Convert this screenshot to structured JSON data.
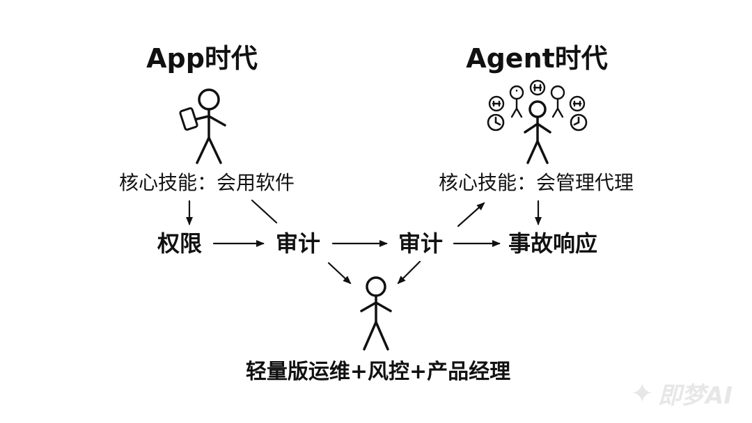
{
  "titles": {
    "left": "App时代",
    "right": "Agent时代"
  },
  "skills": {
    "left": "核心技能：会用软件",
    "right": "核心技能：会管理代理"
  },
  "nodes": {
    "permission": "权限",
    "audit_left": "审计",
    "audit_right": "审计",
    "incident": "事故响应"
  },
  "bottom_label": "轻量版运维+风控+产品经理",
  "watermark": {
    "text": "即梦AI",
    "icon": "star-swoosh-icon"
  },
  "colors": {
    "ink": "#111111",
    "background": "#ffffff",
    "watermark": "#e7e7e7"
  }
}
